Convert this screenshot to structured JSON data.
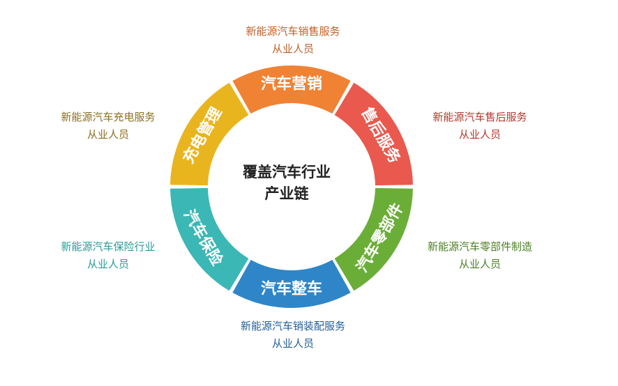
{
  "center": {
    "line1": "覆盖汽车行业",
    "line2": "产业链"
  },
  "segments": [
    {
      "label": "汽车营销",
      "color": "#F08234"
    },
    {
      "label": "售后服务",
      "color": "#E9594E"
    },
    {
      "label": "汽车零部件",
      "color": "#6AAE37"
    },
    {
      "label": "汽车整车",
      "color": "#2E86C8"
    },
    {
      "label": "汽车保险",
      "color": "#3BB7B5"
    },
    {
      "label": "充电管理",
      "color": "#E9B51F"
    }
  ],
  "outer_labels": [
    {
      "line1": "新能源汽车销售服务",
      "line2": "从业人员",
      "color": "#C06028"
    },
    {
      "line1": "新能源汽车售后服务",
      "line2": "从业人员",
      "color": "#B5372D"
    },
    {
      "line1": "新能源汽车零部件制造",
      "line2": "从业人员",
      "color": "#4C7F24"
    },
    {
      "line1": "新能源汽车销装配服务",
      "line2": "从业人员",
      "color": "#245E9A"
    },
    {
      "line1": "新能源汽车保险行业",
      "line2": "从业人员",
      "color": "#2A9A98"
    },
    {
      "line1": "新能源汽车充电服务",
      "line2": "从业人员",
      "color": "#8C6E1D"
    }
  ]
}
